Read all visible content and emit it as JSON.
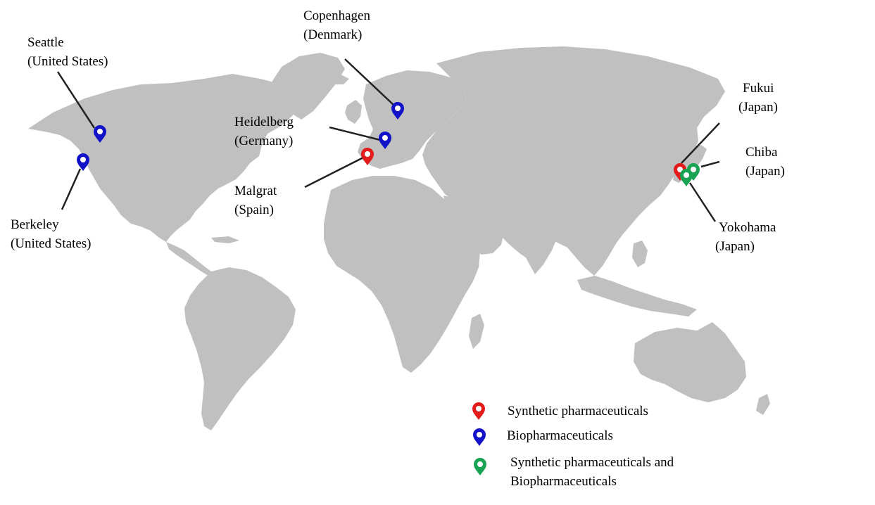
{
  "colors": {
    "land": "#c0c0c0",
    "synthetic": "#e31b1b",
    "bio": "#1212c8",
    "both": "#17a352"
  },
  "sites": [
    {
      "id": "seattle",
      "category": "bio",
      "name": "Seattle",
      "country": "(United States)"
    },
    {
      "id": "berkeley",
      "category": "bio",
      "name": "Berkeley",
      "country": "(United States)"
    },
    {
      "id": "copenhagen",
      "category": "bio",
      "name": "Copenhagen",
      "country": "(Denmark)"
    },
    {
      "id": "heidelberg",
      "category": "bio",
      "name": "Heidelberg",
      "country": "(Germany)"
    },
    {
      "id": "malgrat",
      "category": "synthetic",
      "name": "Malgrat",
      "country": "(Spain)"
    },
    {
      "id": "fukui",
      "category": "synthetic",
      "name": "Fukui",
      "country": "(Japan)"
    },
    {
      "id": "chiba",
      "category": "both",
      "name": "Chiba",
      "country": "(Japan)"
    },
    {
      "id": "yokohama",
      "category": "both",
      "name": "Yokohama",
      "country": "(Japan)"
    }
  ],
  "legend": {
    "synthetic": "Synthetic pharmaceuticals",
    "bio": "Biopharmaceuticals",
    "both_line1": "Synthetic pharmaceuticals and",
    "both_line2": "Biopharmaceuticals"
  }
}
